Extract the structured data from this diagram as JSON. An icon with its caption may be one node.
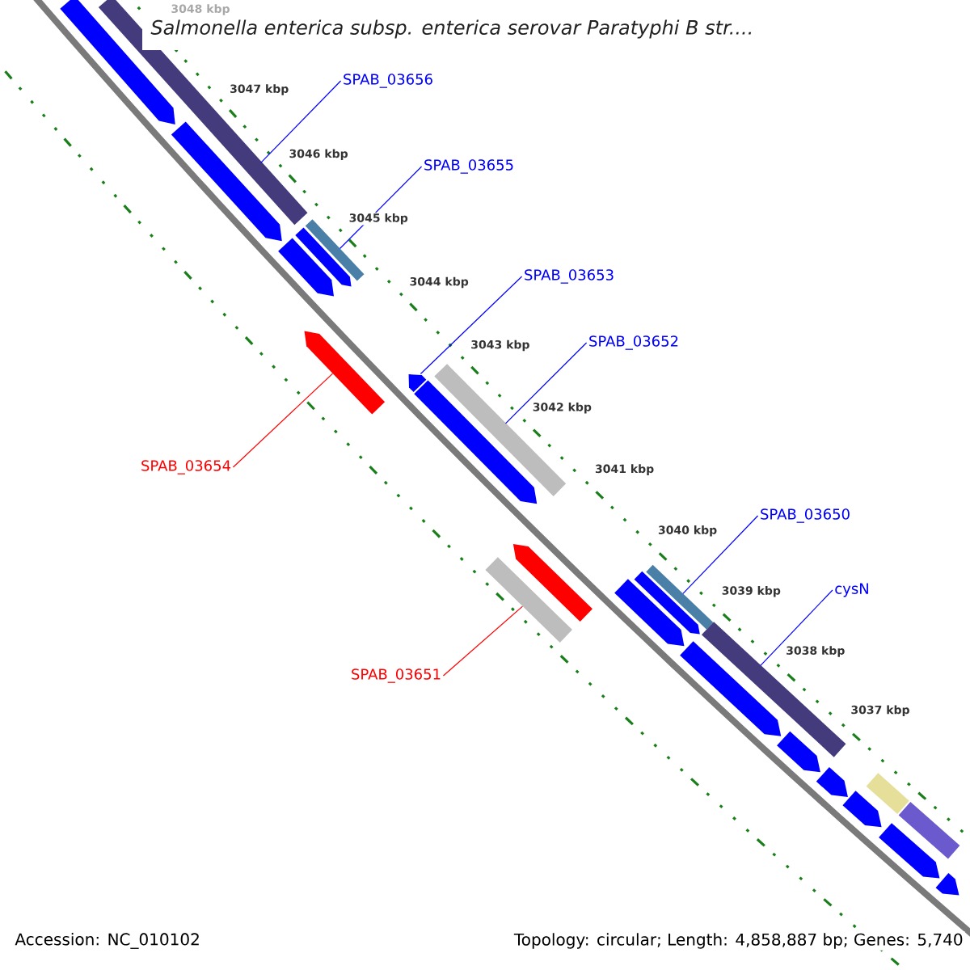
{
  "diagram": {
    "title": "Salmonella enterica subsp. enterica serovar Paratyphi B str....",
    "nodes": [
      {
        "text": [
          "SPAB_03656"
        ]
      },
      {
        "text": [],
        "shape": "bar"
      },
      {
        "text": [
          "SPAB_03655"
        ]
      },
      {
        "text": [],
        "shape": "bar"
      },
      {
        "text": [
          "SPAB_03653"
        ]
      },
      {
        "text": [],
        "shape": "bar"
      },
      {
        "text": [
          "SPAB_03652"
        ]
      },
      {
        "text": [],
        "shape": "bar"
      },
      {
        "text": [
          "SPAB_03654"
        ]
      },
      {
        "text": [],
        "shape": "bar"
      },
      {
        "text": [
          "SPAB_03650"
        ]
      },
      {
        "text": [],
        "shape": "bar"
      },
      {
        "text": [
          "cysN"
        ]
      },
      {
        "text": [],
        "shape": "bar"
      },
      {
        "text": [
          "SPAB_03651"
        ]
      },
      {
        "text": [],
        "shape": "bar"
      },
      {
        "text": [],
        "shape": "bar"
      },
      {
        "text": [],
        "shape": "bar"
      },
      {
        "text": [],
        "shape": "bar"
      },
      {
        "text": [],
        "shape": "bar"
      },
      {
        "text": [],
        "shape": "bar"
      },
      {
        "text": [],
        "shape": "bar"
      },
      {
        "text": [],
        "shape": "bar"
      },
      {
        "text": [],
        "shape": "bar"
      },
      {
        "text": [],
        "shape": "bar"
      },
      {
        "text": [],
        "shape": "bar"
      },
      {
        "text": [],
        "shape": "bar"
      },
      {
        "text": [],
        "shape": "bar"
      },
      {
        "text": [],
        "shape": "bar"
      },
      {
        "text": [],
        "shape": "bar"
      },
      {
        "text": [],
        "shape": "bar"
      },
      {
        "text": [],
        "shape": "bar"
      }
    ],
    "edges": [
      {
        "from": 0,
        "to": 1,
        "arrow": "none"
      },
      {
        "from": 2,
        "to": 3,
        "arrow": "none"
      },
      {
        "from": 4,
        "to": 5,
        "arrow": "none"
      },
      {
        "from": 6,
        "to": 7,
        "arrow": "none"
      },
      {
        "from": 8,
        "to": 9,
        "arrow": "none",
        "color": "#ff0000"
      },
      {
        "from": 10,
        "to": 11,
        "arrow": "none"
      },
      {
        "from": 12,
        "to": 13,
        "arrow": "none"
      },
      {
        "from": 14,
        "to": 15,
        "arrow": "none",
        "color": "#ff0000"
      }
    ],
    "labels": [
      "3048 kbp",
      "3047 kbp",
      "3046 kbp",
      "3045 kbp",
      "3044 kbp",
      "3043 kbp",
      "3042 kbp",
      "3041 kbp",
      "3040 kbp",
      "3039 kbp",
      "3038 kbp",
      "3037 kbp",
      "Accession: NC_010102",
      "Topology: circular; Length: 4,858,887 bp; Genes: 5,740"
    ]
  }
}
